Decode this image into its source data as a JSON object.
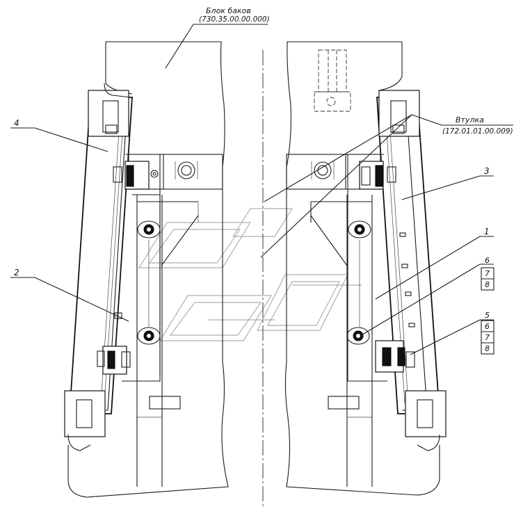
{
  "labels": {
    "tank_block_name": "Блок баков",
    "tank_block_code": "(730.35.00.00.000)",
    "bushing_name": "Втулка",
    "bushing_code": "(172.01.01.00.009)",
    "pos_4": "4",
    "pos_3": "3",
    "pos_1": "1",
    "pos_2": "2",
    "pos_6a": "6",
    "pos_7a": "7",
    "pos_8a": "8",
    "pos_5": "5",
    "pos_6b": "6",
    "pos_7b": "7",
    "pos_8b": "8"
  }
}
